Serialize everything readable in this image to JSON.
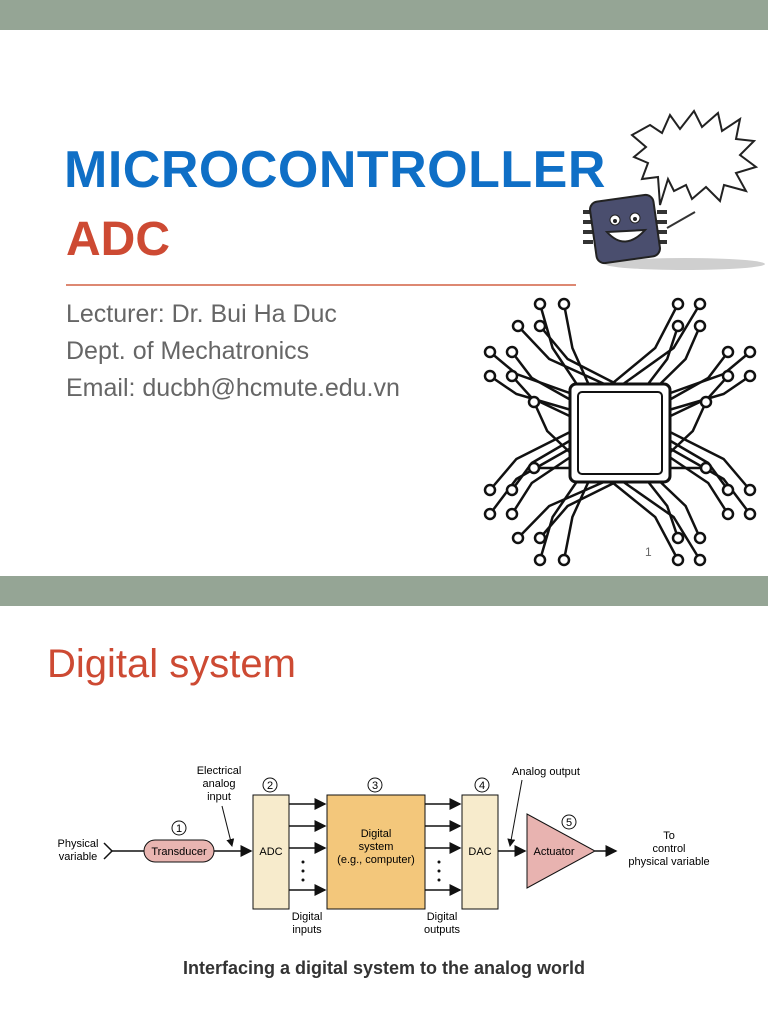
{
  "slide1": {
    "title": "MICROCONTROLLER",
    "subtitle": "ADC",
    "lecturer": "Lecturer: Dr. Bui Ha Duc",
    "dept": "Dept. of Mechatronics",
    "email": "Email: ducbh@hcmute.edu.vn",
    "page_number": "1"
  },
  "slide2": {
    "title": "Digital system",
    "diagram": {
      "physical_variable": [
        "Physical",
        "variable"
      ],
      "electrical_analog_input": [
        "Electrical",
        "analog",
        "input"
      ],
      "transducer": "Transducer",
      "adc": "ADC",
      "digital_system": [
        "Digital",
        "system",
        "(e.g., computer)"
      ],
      "dac": "DAC",
      "actuator": "Actuator",
      "analog_output": "Analog output",
      "to_control": [
        "To",
        "control",
        "physical variable"
      ],
      "digital_inputs": [
        "Digital",
        "inputs"
      ],
      "digital_outputs": [
        "Digital",
        "outputs"
      ],
      "step_numbers": [
        "1",
        "2",
        "3",
        "4",
        "5"
      ]
    },
    "caption": "Interfacing a digital system to the analog world"
  },
  "colors": {
    "band": "#95a595",
    "title_blue": "#0f6fc6",
    "title_red": "#cd4a33",
    "block_fill": "#f7ebcc",
    "digital_block_fill": "#f3c77b",
    "transducer_fill": "#e9b5b1",
    "actuator_fill": "#e8b3b0"
  },
  "icons": [
    "chip-mascot-icon",
    "speech-bubble-icon",
    "circuit-chip-icon"
  ]
}
